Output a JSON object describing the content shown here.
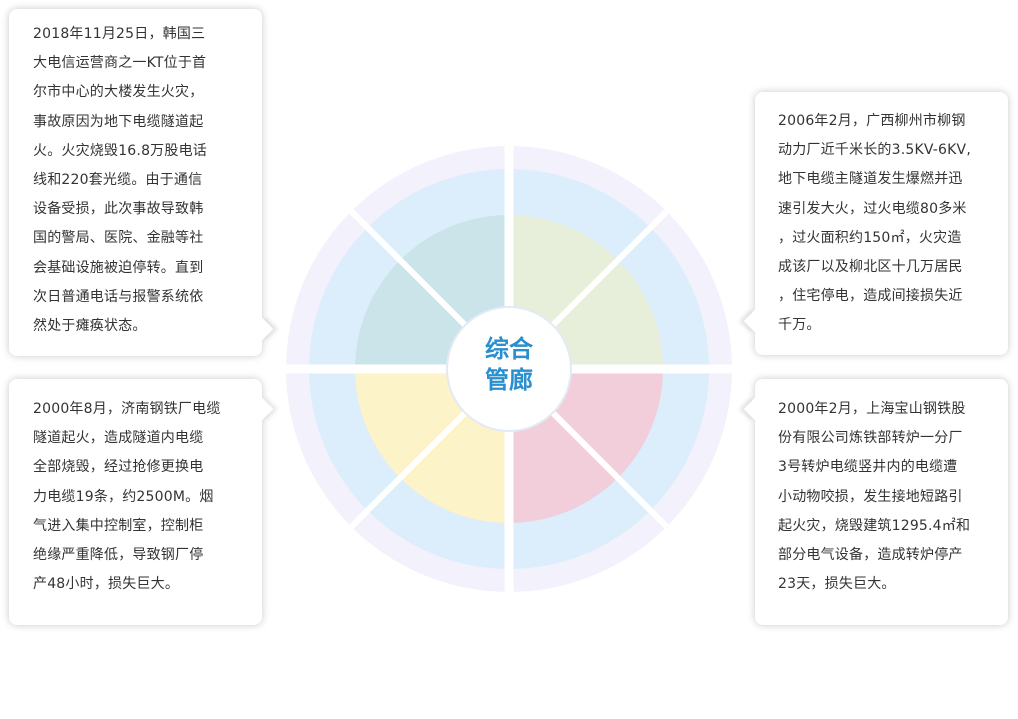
{
  "center": {
    "line1": "综合",
    "line2": "管廊"
  },
  "colors": {
    "accent": "#2a8fce",
    "outer_ring": "#f2f1fc",
    "middle_ring": "#dcedfb",
    "sector_top_left": "#cae4ea",
    "sector_top_right": "#e7eed9",
    "sector_bottom_left": "#fcf3c8",
    "sector_bottom_right": "#f2cedb"
  },
  "cards": {
    "top_left": {
      "lines": [
        "2018年11月25日，韩国三",
        "大电信运营商之一KT位于首",
        "尔市中心的大楼发生火灾，",
        "事故原因为地下电缆隧道起",
        "火。火灾烧毁16.8万股电话",
        "线和220套光缆。由于通信",
        "设备受损，此次事故导致韩",
        "国的警局、医院、金融等社",
        "会基础设施被迫停转。直到",
        "次日普通电话与报警系统依",
        "然处于瘫痪状态。"
      ]
    },
    "top_right": {
      "lines": [
        "2006年2月，广西柳州市柳钢",
        "动力厂近千米长的3.5KV-6KV,",
        "地下电缆主隧道发生爆燃并迅",
        "速引发大火，过火电缆80多米",
        "，过火面积约150㎡，火灾造",
        "成该厂以及柳北区十几万居民",
        "，住宅停电，造成间接损失近",
        "千万。"
      ]
    },
    "bottom_left": {
      "lines": [
        "2000年8月，济南钢铁厂电缆",
        "隧道起火，造成隧道内电缆",
        "全部烧毁，经过抢修更换电",
        "力电缆19条，约2500M。烟",
        "气进入集中控制室，控制柜",
        "绝缘严重降低，导致钢厂停",
        "产48小时，损失巨大。"
      ]
    },
    "bottom_right": {
      "lines": [
        "2000年2月，上海宝山钢铁股",
        "份有限公司炼铁部转炉一分厂",
        "3号转炉电缆竖井内的电缆遭",
        "小动物咬损，发生接地短路引",
        "起火灾，烧毁建筑1295.4㎡和",
        "部分电气设备，造成转炉停产",
        "23天，损失巨大。"
      ]
    }
  }
}
